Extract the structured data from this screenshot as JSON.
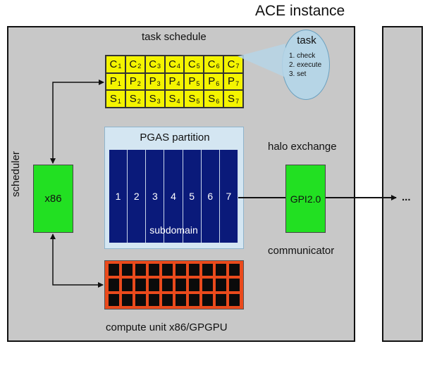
{
  "title": "ACE instance",
  "labels": {
    "task_schedule": "task schedule",
    "halo_exchange": "halo exchange",
    "communicator": "communicator",
    "compute_unit": "compute unit x86/GPGPU",
    "scheduler": "scheduler",
    "ellipsis": "..."
  },
  "task_grid": {
    "rows": [
      [
        {
          "l": "C",
          "s": "1"
        },
        {
          "l": "C",
          "s": "2"
        },
        {
          "l": "C",
          "s": "3"
        },
        {
          "l": "C",
          "s": "4"
        },
        {
          "l": "C",
          "s": "5"
        },
        {
          "l": "C",
          "s": "6"
        },
        {
          "l": "C",
          "s": "7"
        }
      ],
      [
        {
          "l": "P",
          "s": "1"
        },
        {
          "l": "P",
          "s": "2"
        },
        {
          "l": "P",
          "s": "3"
        },
        {
          "l": "P",
          "s": "4"
        },
        {
          "l": "P",
          "s": "5"
        },
        {
          "l": "P",
          "s": "6"
        },
        {
          "l": "P",
          "s": "7"
        }
      ],
      [
        {
          "l": "S",
          "s": "1"
        },
        {
          "l": "S",
          "s": "2"
        },
        {
          "l": "S",
          "s": "3"
        },
        {
          "l": "S",
          "s": "4"
        },
        {
          "l": "S",
          "s": "5"
        },
        {
          "l": "S",
          "s": "6"
        },
        {
          "l": "S",
          "s": "7"
        }
      ]
    ]
  },
  "task_bubble": {
    "title": "task",
    "items": [
      "1. check",
      "2. execute",
      "3. set"
    ]
  },
  "pgas": {
    "title": "PGAS partition",
    "columns": [
      "1",
      "2",
      "3",
      "4",
      "5",
      "6",
      "7"
    ],
    "subdomain_label": "subdomain"
  },
  "nodes": {
    "x86": "x86",
    "gpi": "GPI2.0"
  },
  "compute_grid": {
    "rows": 3,
    "cols": 10
  },
  "colors": {
    "instance_bg": "#c8c8c8",
    "task_cell": "#f4f400",
    "subdomain": "#0a1a7a",
    "node_green": "#22e022",
    "compute_bg": "#ea4a1c",
    "bubble": "#b6d5e6"
  }
}
